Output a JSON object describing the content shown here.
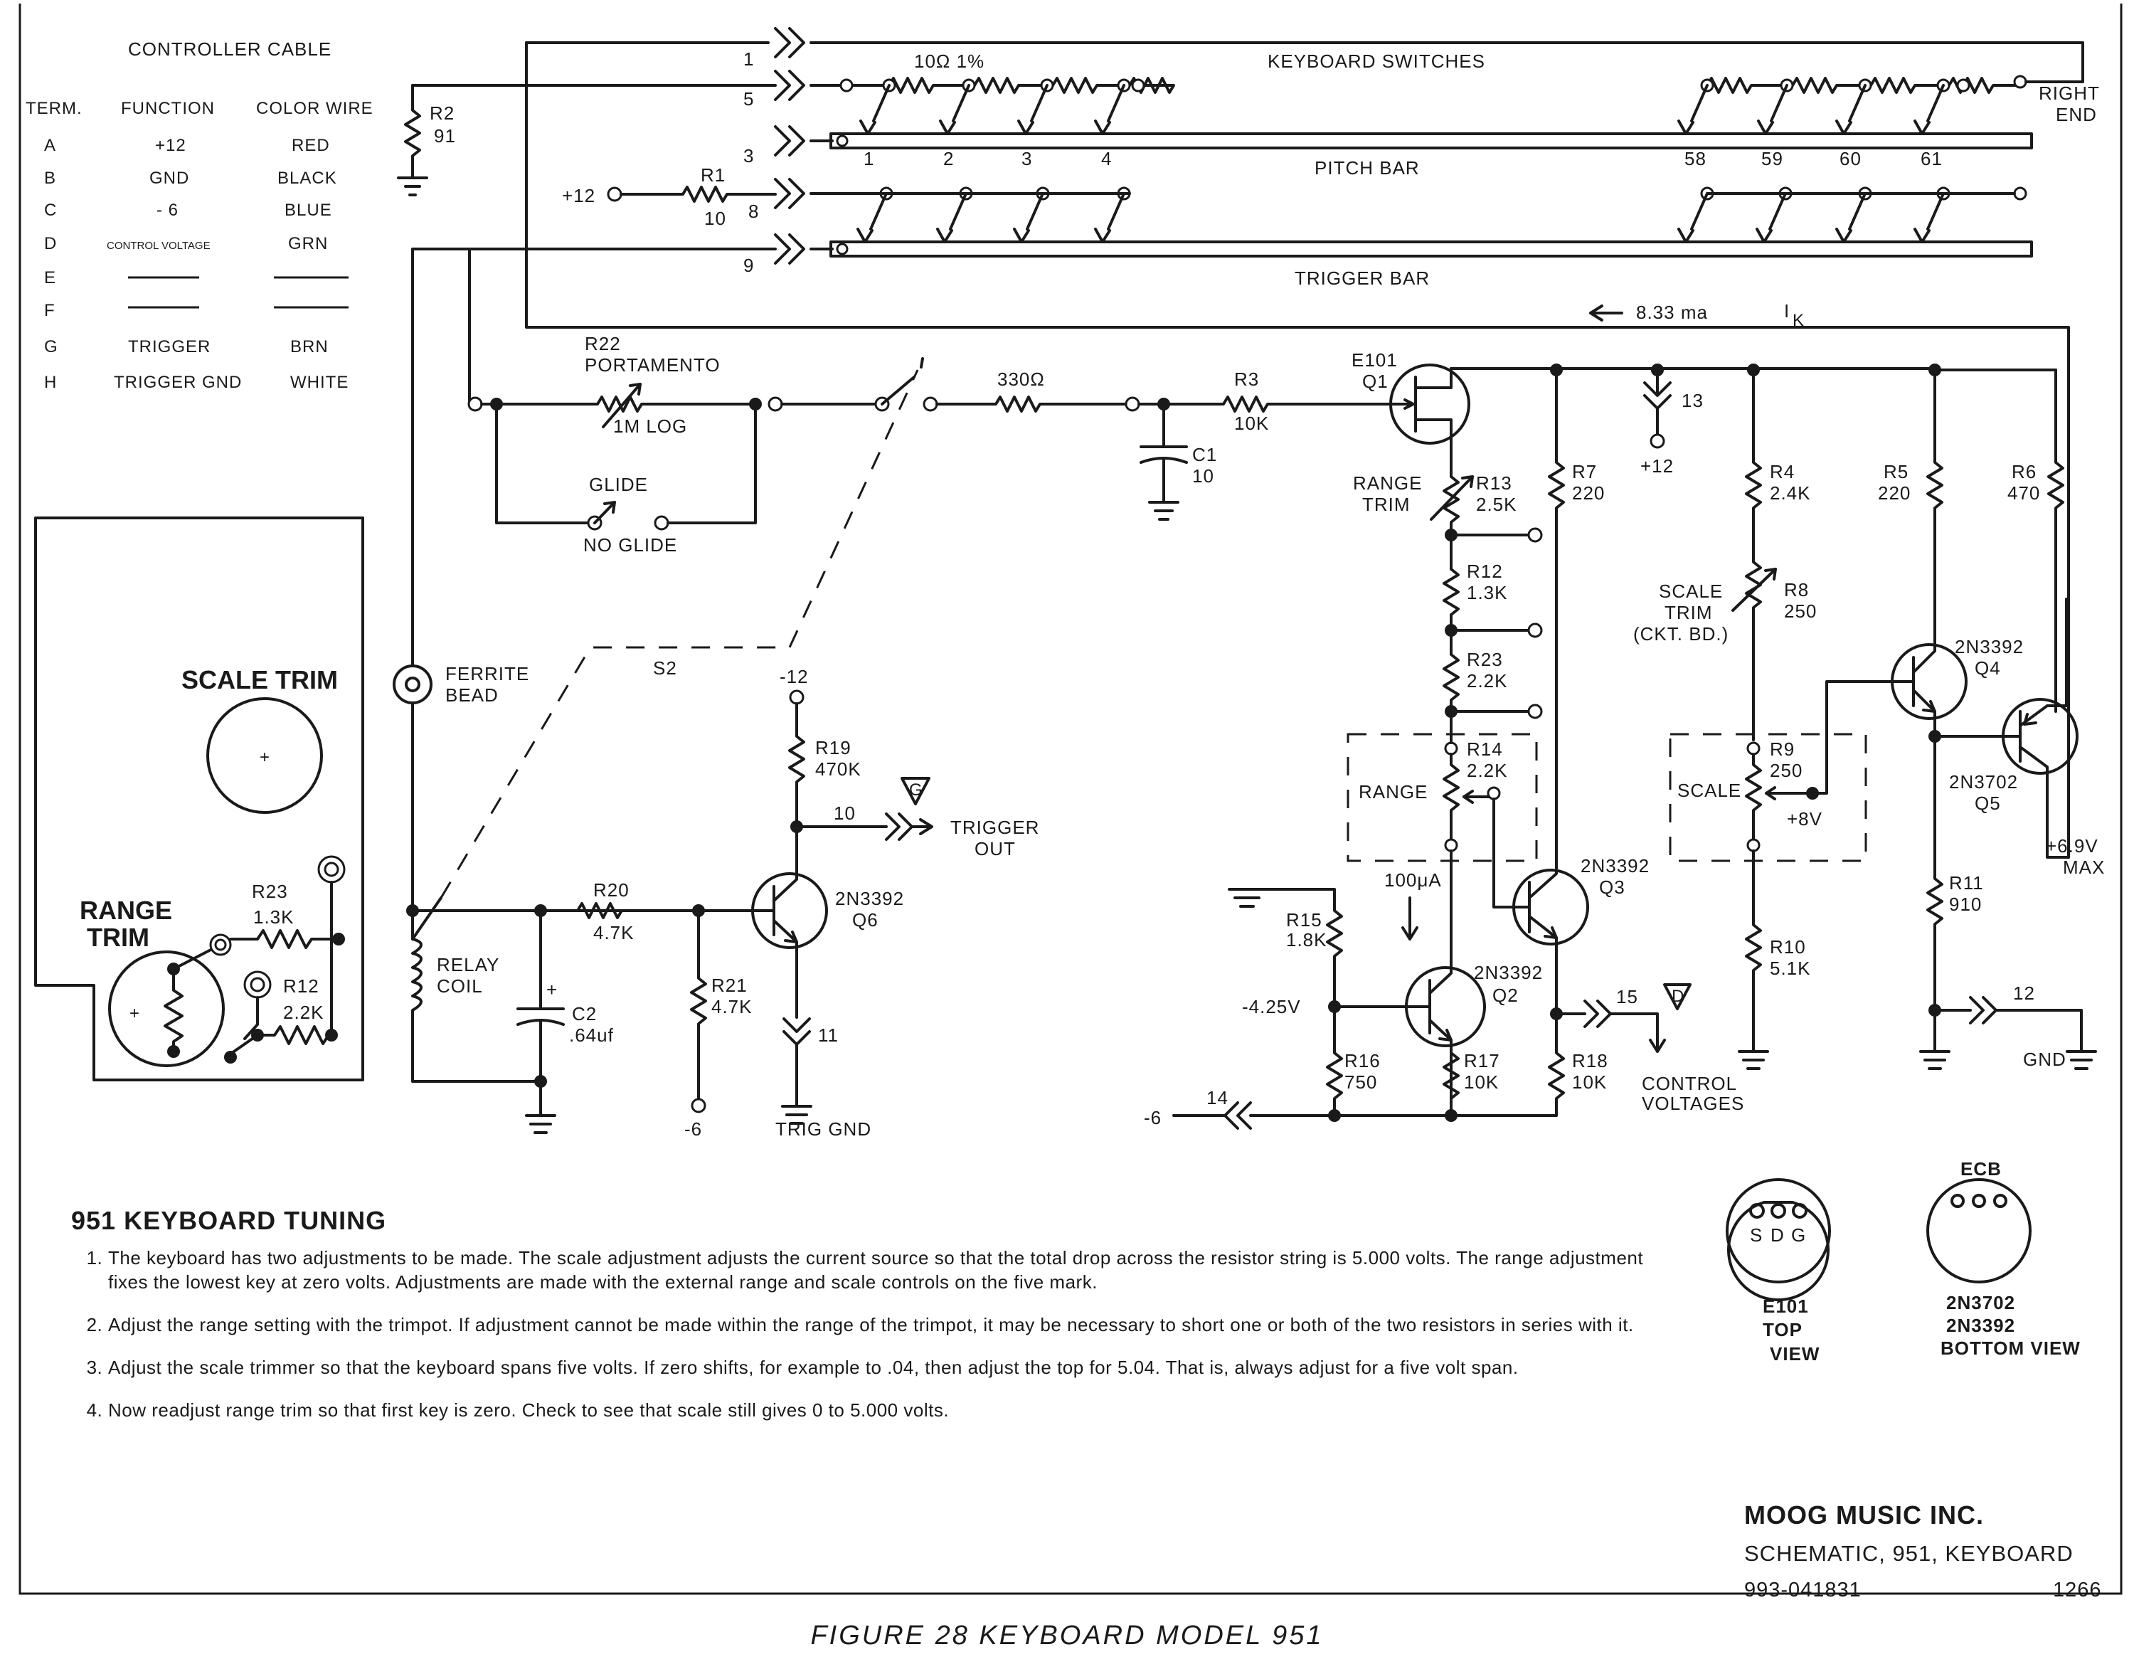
{
  "controller_cable": {
    "title": "CONTROLLER CABLE",
    "headers": [
      "TERM.",
      "FUNCTION",
      "COLOR WIRE"
    ],
    "rows": [
      {
        "term": "A",
        "function": "+12",
        "color": "RED"
      },
      {
        "term": "B",
        "function": "GND",
        "color": "BLACK"
      },
      {
        "term": "C",
        "function": "- 6",
        "color": "BLUE"
      },
      {
        "term": "D",
        "function": "CONTROL VOLTAGE",
        "color": "GRN"
      },
      {
        "term": "E",
        "function": "",
        "color": ""
      },
      {
        "term": "F",
        "function": "",
        "color": ""
      },
      {
        "term": "G",
        "function": "TRIGGER",
        "color": "BRN"
      },
      {
        "term": "H",
        "function": "TRIGGER GND",
        "color": "WHITE"
      }
    ]
  },
  "panel": {
    "scale_trim": "SCALE TRIM",
    "range_trim_1": "RANGE",
    "range_trim_2": "TRIM",
    "r23": "R23",
    "r23_val": "1.3K",
    "r12": "R12",
    "r12_val": "2.2K"
  },
  "keyboard": {
    "switches_label": "KEYBOARD SWITCHES",
    "pitch_bar_label": "PITCH BAR",
    "trigger_bar_label": "TRIGGER BAR",
    "right_end_1": "RIGHT",
    "right_end_2": "END",
    "resistor_label": "10Ω 1%",
    "key_numbers_left": [
      "1",
      "2",
      "3",
      "4"
    ],
    "key_numbers_right": [
      "58",
      "59",
      "60",
      "61"
    ],
    "pins": {
      "p1": "1",
      "p5": "5",
      "p3": "3",
      "p8": "8",
      "p9": "9"
    },
    "current": "8.33 ma",
    "ik_main": "I",
    "ik_sub": "K"
  },
  "components": {
    "r2": "R2",
    "r2_val": "91",
    "plus12": "+12",
    "r1": "R1",
    "r1_val": "10",
    "r22": "R22",
    "portamento": "PORTAMENTO",
    "r22_val": "1M LOG",
    "glide": "GLIDE",
    "no_glide": "NO GLIDE",
    "r330": "330Ω",
    "r3": "R3",
    "r3_val": "10K",
    "c1": "C1",
    "c1_val": "10",
    "e101": "E101",
    "q1": "Q1",
    "range_trim_a": "RANGE",
    "range_trim_b": "TRIM",
    "r13": "R13",
    "r13_val": "2.5K",
    "r12": "R12",
    "r12_val": "1.3K",
    "r23": "R23",
    "r23_val": "2.2K",
    "range_box": "RANGE",
    "r14": "R14",
    "r14_val": "2.2K",
    "i100": "100μA",
    "r7": "R7",
    "r7_val": "220",
    "pin13": "13",
    "pin13_v": "+12",
    "r4": "R4",
    "r4_val": "2.4K",
    "r5": "R5",
    "r5_val": "220",
    "r6": "R6",
    "r6_val": "470",
    "scale_trim_a": "SCALE",
    "scale_trim_b": "TRIM",
    "scale_trim_c": "(CKT. BD.)",
    "r8": "R8",
    "r8_val": "250",
    "q4_type": "2N3392",
    "q4": "Q4",
    "scale_box": "SCALE",
    "r9": "R9",
    "r9_val": "250",
    "plus8v": "+8V",
    "q5_type": "2N3702",
    "q5": "Q5",
    "v69_a": "+6.9V",
    "v69_b": "MAX",
    "q3_type": "2N3392",
    "q3": "Q3",
    "r10": "R10",
    "r10_val": "5.1K",
    "r11": "R11",
    "r11_val": "910",
    "pin12": "12",
    "gnd": "GND",
    "r15": "R15",
    "r15_val": "1.8K",
    "v425": "-4.25V",
    "q2_type": "2N3392",
    "q2": "Q2",
    "pin15": "15",
    "d_tag": "D",
    "control_voltages_a": "CONTROL",
    "control_voltages_b": "VOLTAGES",
    "r16": "R16",
    "r16_val": "750",
    "r17": "R17",
    "r17_val": "10K",
    "r18": "R18",
    "r18_val": "10K",
    "pin14": "14",
    "minus6_b": "-6",
    "ferrite_a": "FERRITE",
    "ferrite_b": "BEAD",
    "s2": "S2",
    "minus12": "-12",
    "r19": "R19",
    "r19_val": "470K",
    "g_tag": "G",
    "pin10": "10",
    "trigger_out_a": "TRIGGER",
    "trigger_out_b": "OUT",
    "q6_type": "2N3392",
    "q6": "Q6",
    "r20": "R20",
    "r20_val": "4.7K",
    "relay_a": "RELAY",
    "relay_b": "COIL",
    "c2": "C2",
    "c2_val": ".64uf",
    "r21": "R21",
    "r21_val": "4.7K",
    "minus6": "-6",
    "pin11": "11",
    "trig_gnd": "TRIG GND"
  },
  "pinout": {
    "fet_pins": [
      "S",
      "D",
      "G"
    ],
    "fet_name": "E101",
    "fet_view_a": "TOP",
    "fet_view_b": "VIEW",
    "bjt_pins": "ECB",
    "bjt_name_a": "2N3702",
    "bjt_name_b": "2N3392",
    "bjt_view": "BOTTOM VIEW"
  },
  "tuning": {
    "heading": "951 KEYBOARD TUNING",
    "steps": [
      "The keyboard has two adjustments to be made. The scale adjustment adjusts the current source so that the total drop across the resistor string is 5.000 volts. The range adjustment fixes the lowest key at zero volts. Adjustments are made with the external range and scale controls on the five mark.",
      "Adjust the range setting with the trimpot. If adjustment cannot be made within the range of the trimpot, it may be necessary to short one or both of the two resistors in series with it.",
      "Adjust the scale trimmer so that the keyboard spans five volts. If zero shifts, for example to .04, then adjust the top for 5.04. That is, always adjust for a five volt span.",
      "Now readjust range trim so that first key is zero. Check to see that scale still gives 0 to 5.000 volts."
    ]
  },
  "title_block": {
    "company": "MOOG MUSIC INC.",
    "schematic": "SCHEMATIC, 951, KEYBOARD",
    "part_number": "993-041831",
    "code": "1266"
  },
  "figure_caption": "FIGURE 28 KEYBOARD MODEL 951"
}
